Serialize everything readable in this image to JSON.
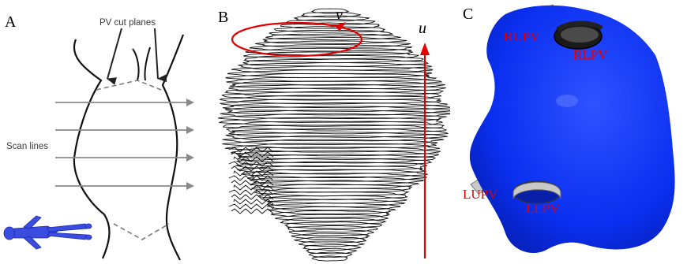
{
  "panels": {
    "a": {
      "letter": "A",
      "cut_planes_label": "PV cut planes",
      "scan_lines_label": "Scan lines"
    },
    "b": {
      "letter": "B",
      "v_label": "v",
      "u_label": "u"
    },
    "c": {
      "letter": "C",
      "vein_labels": [
        "RUPV",
        "RLPV",
        "LUPV",
        "LLPV"
      ]
    }
  },
  "colors": {
    "atrium_blue": "#0a2ff0",
    "annotation_red": "#e10000",
    "vein_gray": "#c8c8c8",
    "arrow_gray": "#8a8a8a",
    "body_model_blue": "#3a4de0"
  }
}
